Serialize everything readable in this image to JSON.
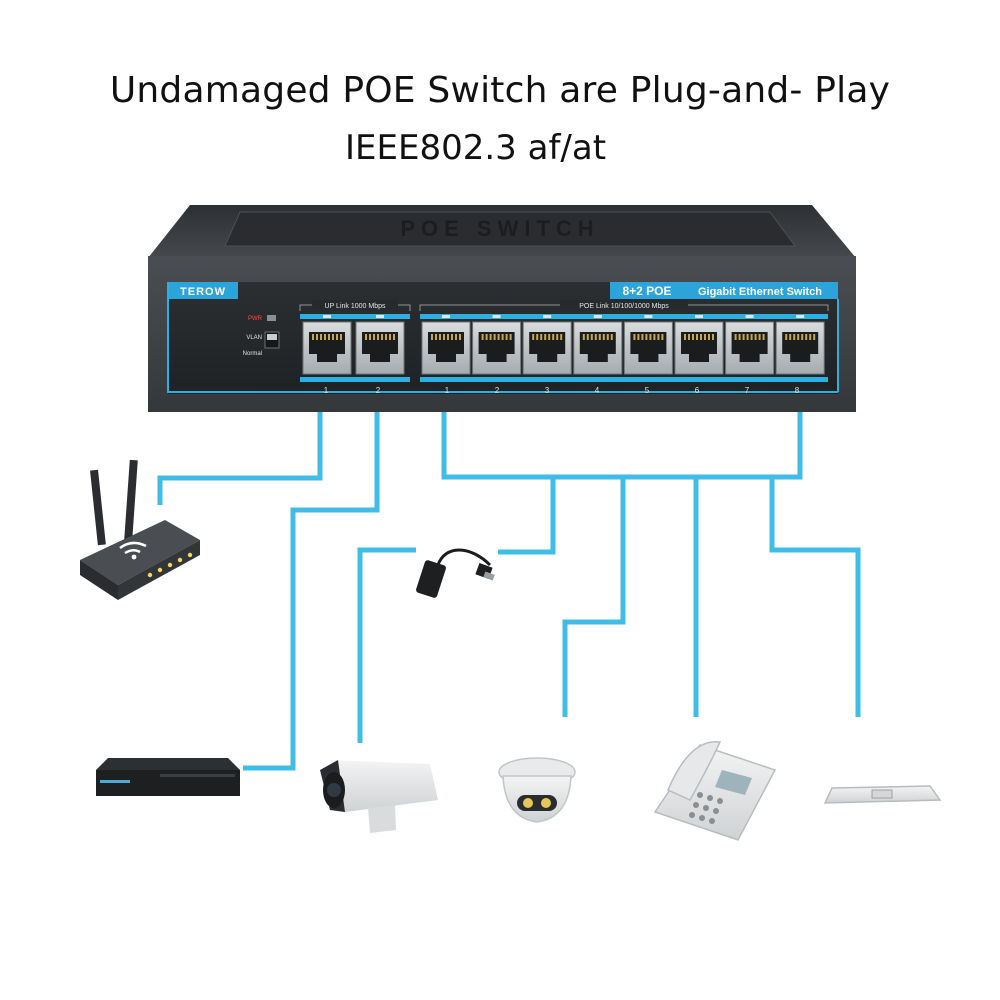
{
  "headline": {
    "line1": "Undamaged POE Switch are Plug-and- Play",
    "line2": "IEEE802.3 af/at"
  },
  "switch": {
    "top_label": "POE SWITCH",
    "brand": "TEROW",
    "model_badge": "8+2 POE",
    "model_desc": "Gigabit Ethernet Switch",
    "pwr_label": "PWR",
    "vlan_label": "VLAN",
    "normal_label": "Normal",
    "uplink_group_label": "UP Link 1000 Mbps",
    "poe_group_label": "POE Link 10/100/1000 Mbps",
    "uplink_ports": [
      "1",
      "2"
    ],
    "poe_ports": [
      "1",
      "2",
      "3",
      "4",
      "5",
      "6",
      "7",
      "8"
    ]
  },
  "colors": {
    "cable": "#3fbde6",
    "accent": "#2bb0e4",
    "chassis": "#3a3d41",
    "badge": "#2ba4dc"
  },
  "devices": [
    {
      "name": "wifi-router",
      "icon": "router-icon"
    },
    {
      "name": "poe-splitter",
      "icon": "splitter-icon"
    },
    {
      "name": "nvr-recorder",
      "icon": "nvr-icon"
    },
    {
      "name": "bullet-camera",
      "icon": "bullet-camera-icon"
    },
    {
      "name": "dome-camera",
      "icon": "dome-camera-icon"
    },
    {
      "name": "ip-phone",
      "icon": "phone-icon"
    },
    {
      "name": "wireless-access-point",
      "icon": "access-point-icon"
    }
  ]
}
